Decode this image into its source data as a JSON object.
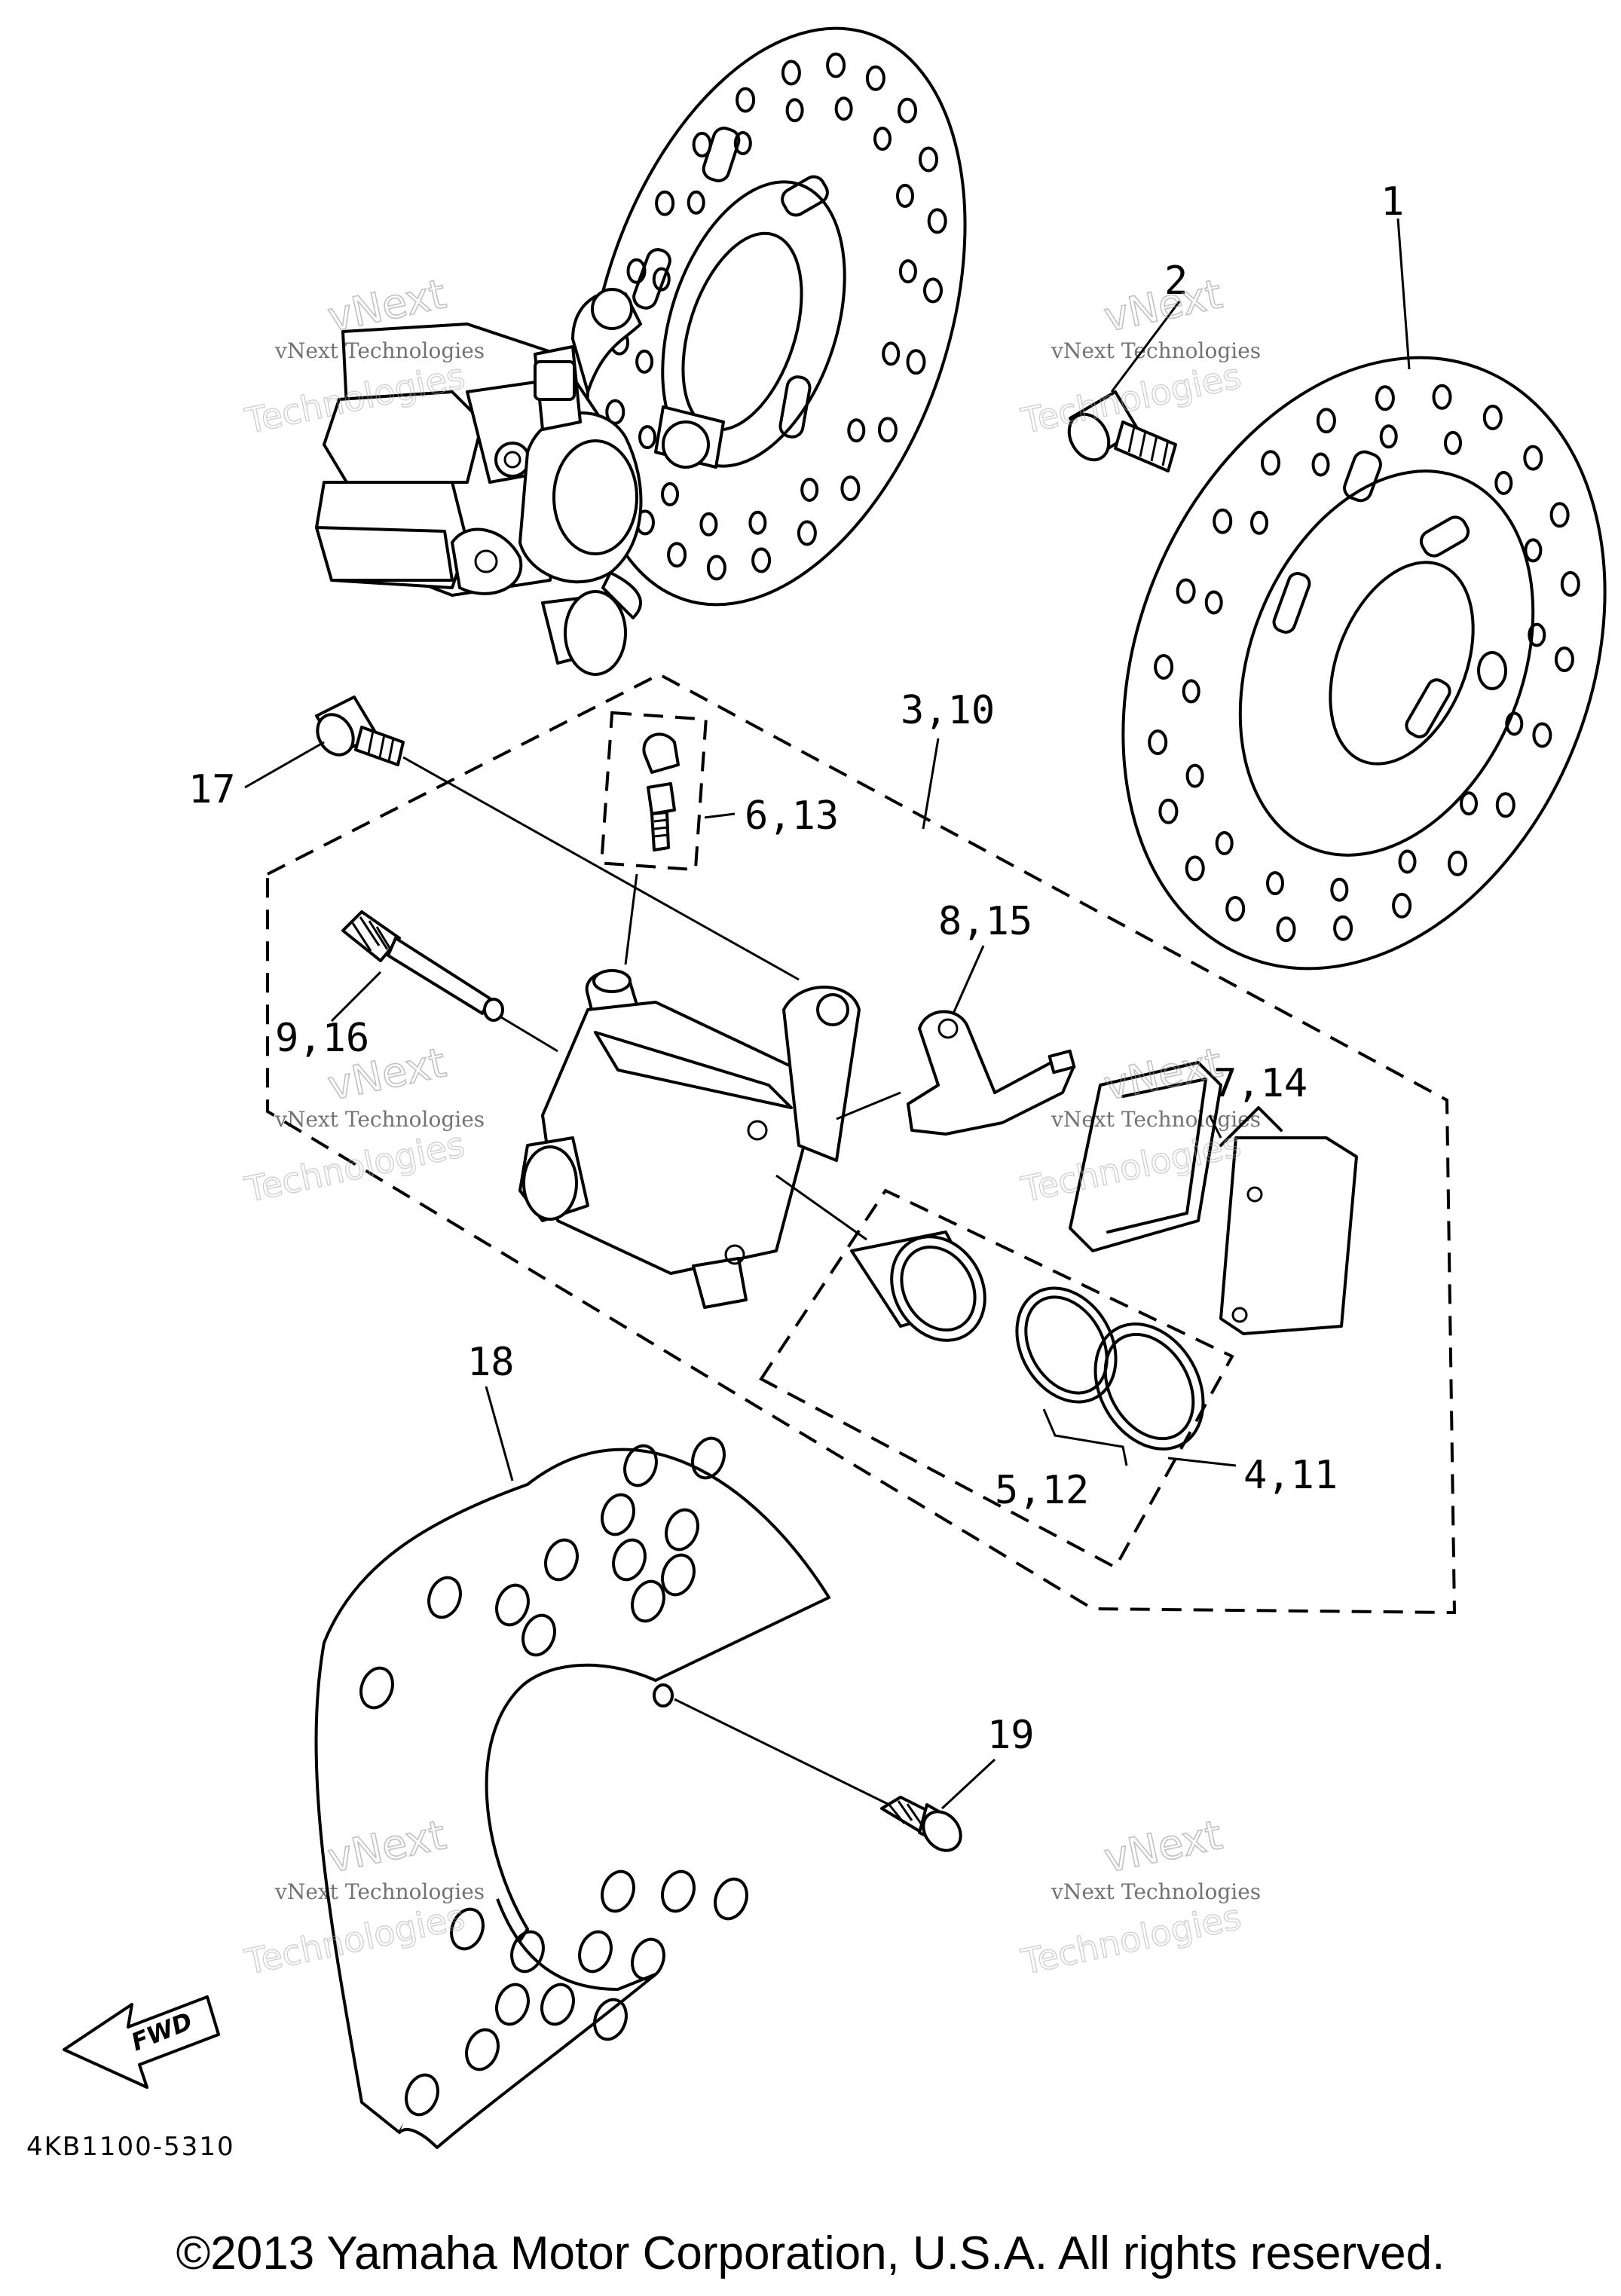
{
  "diagram": {
    "part_labels": {
      "p1": "1",
      "p2": "2",
      "p3_10": "3,10",
      "p4_11": "4,11",
      "p5_12": "5,12",
      "p6_13": "6,13",
      "p7_14": "7,14",
      "p8_15": "8,15",
      "p9_16": "9,16",
      "p17": "17",
      "p18": "18",
      "p19": "19"
    },
    "fwd_label": "FWD",
    "diagram_code": "4KB1100-5310",
    "watermark": {
      "line1": "vNext Technologies",
      "line2": "vNext",
      "line3": "Technologies"
    },
    "copyright": "©2013 Yamaha Motor Corporation, U.S.A. All rights reserved."
  }
}
